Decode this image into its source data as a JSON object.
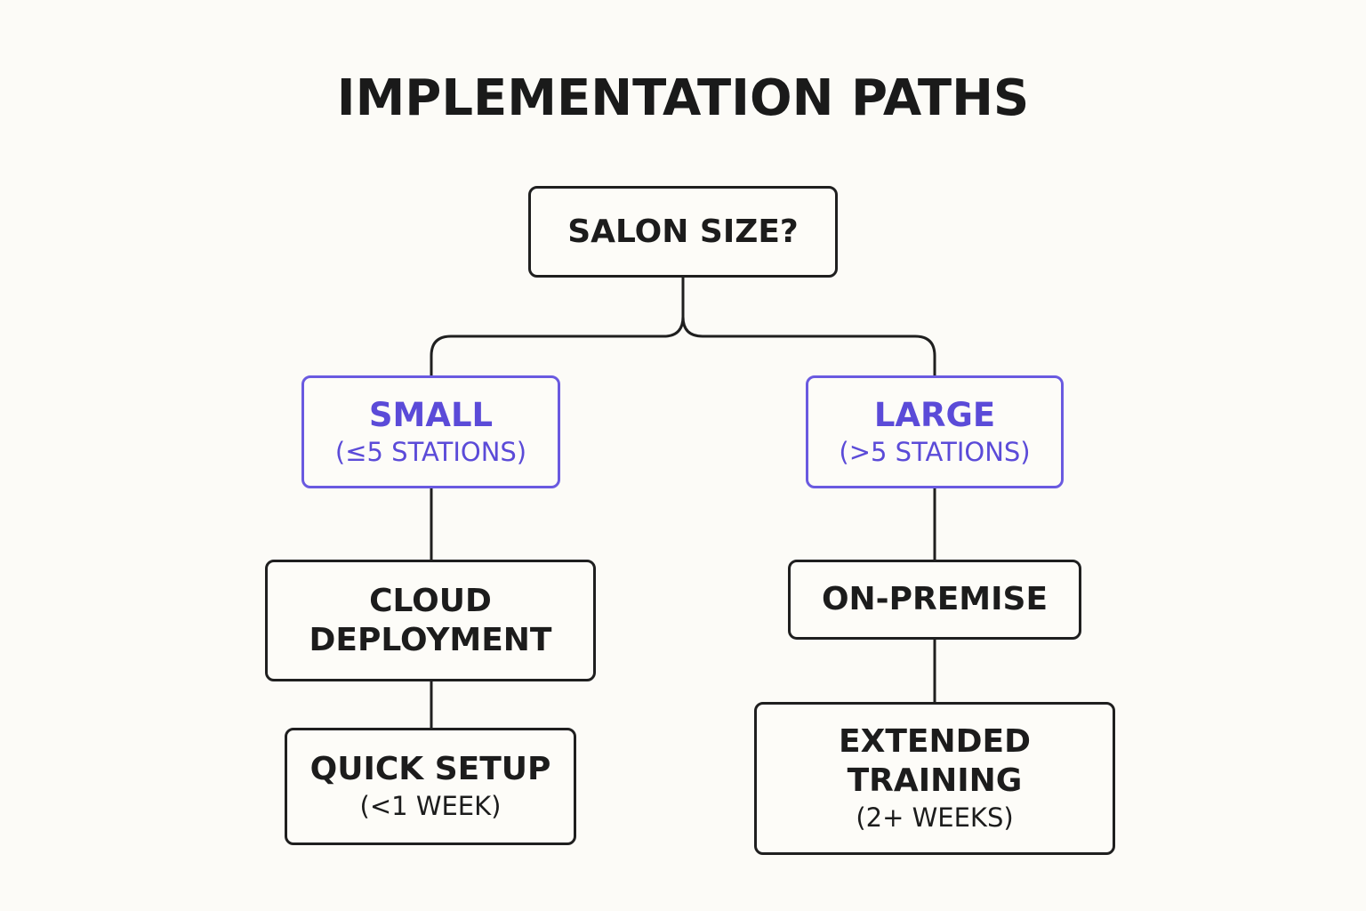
{
  "title": "IMPLEMENTATION PATHS",
  "colors": {
    "accent": "#6a5ae0",
    "line": "#1f1f1f",
    "background": "#fcfbf7"
  },
  "nodes": {
    "root": {
      "main": "SALON SIZE?"
    },
    "small": {
      "main": "SMALL",
      "sub": "(≤5 STATIONS)"
    },
    "large": {
      "main": "LARGE",
      "sub": "(>5 STATIONS)"
    },
    "cloud": {
      "main": "CLOUD DEPLOYMENT"
    },
    "onpremise": {
      "main": "ON-PREMISE"
    },
    "quick": {
      "main": "QUICK SETUP",
      "sub": "(<1 WEEK)"
    },
    "training": {
      "main": "EXTENDED TRAINING",
      "sub": "(2+ WEEKS)"
    }
  }
}
